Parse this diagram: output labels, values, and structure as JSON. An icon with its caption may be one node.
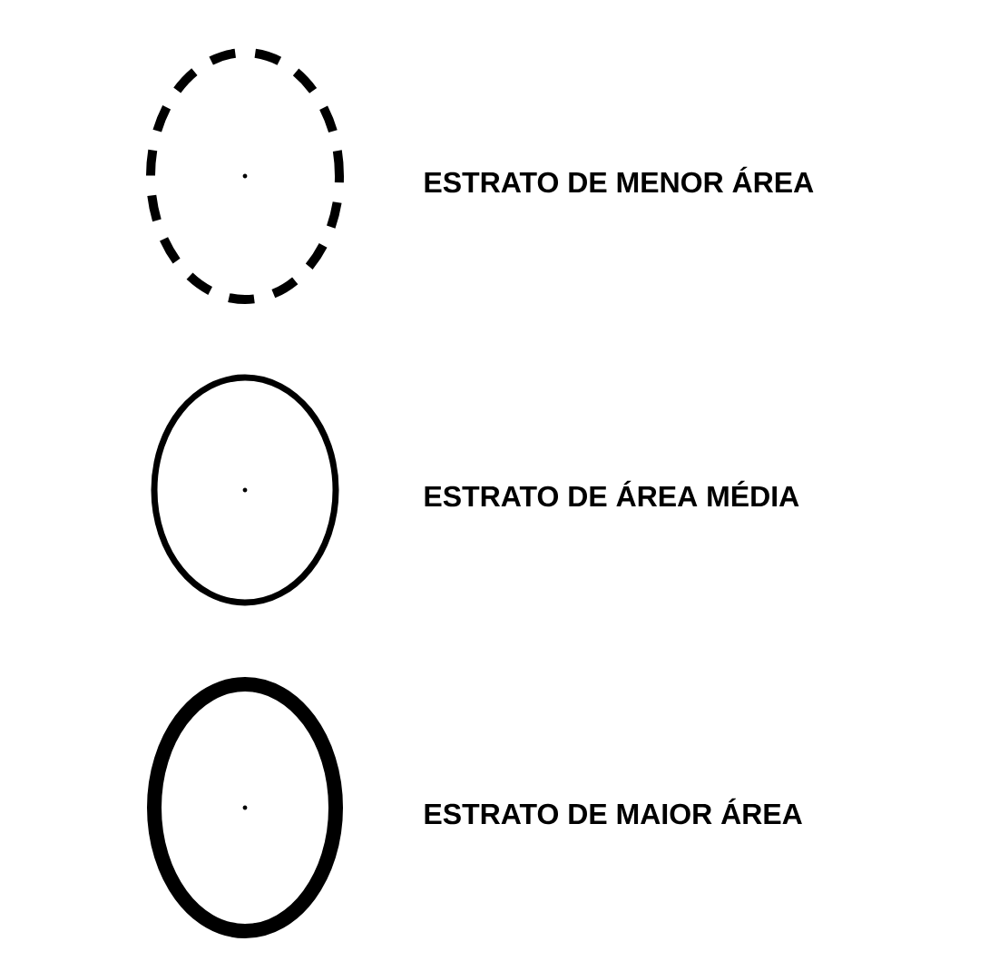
{
  "diagram": {
    "nodes": [
      {
        "text": [],
        "shape": "ellipse",
        "beside": [
          "ESTRATO DE MENOR ÁREA"
        ]
      },
      {
        "text": [],
        "shape": "ellipse",
        "beside": [
          "ESTRATO DE ÁREA MÉDIA"
        ]
      },
      {
        "text": [],
        "shape": "ellipse",
        "beside": [
          "ESTRATO DE MAIOR ÁREA"
        ]
      }
    ]
  }
}
